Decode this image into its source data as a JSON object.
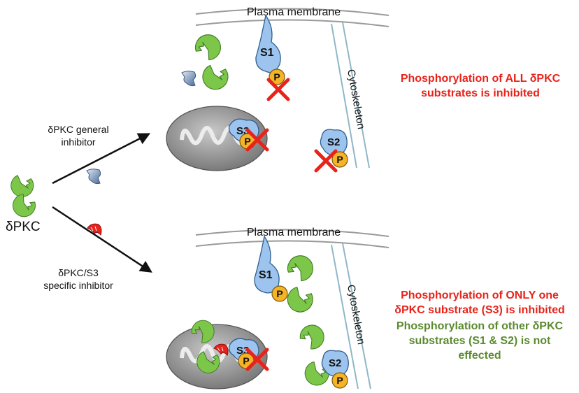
{
  "colors": {
    "inhibited": "#e8231b",
    "not_inhibited": "#5b8a2e",
    "kinase_green": "#7cc64a",
    "substrate_blue": "#9cc4ee",
    "phospho_orange": "#f5b326",
    "mitochondrion_gray": "#8f8f8f",
    "cross_red": "#e8231b",
    "specific_inhibitor_red": "#e8231b",
    "general_inhibitor_blue": "#5f7fa8"
  },
  "icons": {
    "kinase": "green-pacman-kinase-icon",
    "substrate": "blue-substrate-icon",
    "phosphate": "orange-phosphate-circle-icon",
    "block": "red-x-icon",
    "general_inhibitor": "blue-inhibitor-shape-icon",
    "specific_inhibitor": "red-inhibitor-shape-icon",
    "mitochondrion": "mitochondrion-icon"
  },
  "left": {
    "enzyme_label": "δPKC",
    "general_arrow_label": [
      "δPKC general",
      "inhibitor"
    ],
    "specific_arrow_label": [
      "δPKC/S3",
      "specific inhibitor"
    ]
  },
  "top_panel": {
    "membrane_label": "Plasma membrane",
    "cytoskeleton_label": "Cytoskeleton",
    "substrates": [
      "S1",
      "S2",
      "S3"
    ],
    "phosphate_label": "P",
    "result_lines": [
      "Phosphorylation of ALL δPKC",
      "substrates is inhibited"
    ]
  },
  "bottom_panel": {
    "membrane_label": "Plasma membrane",
    "cytoskeleton_label": "Cytoskeleton",
    "substrates": [
      "S1",
      "S2",
      "S3"
    ],
    "phosphate_label": "P",
    "inhibited_lines": [
      "Phosphorylation of ONLY one",
      "δPKC substrate (S3) is inhibited"
    ],
    "not_inhibited_lines": [
      "Phosphorylation of other δPKC",
      "substrates (S1 & S2) is not",
      "effected"
    ]
  }
}
